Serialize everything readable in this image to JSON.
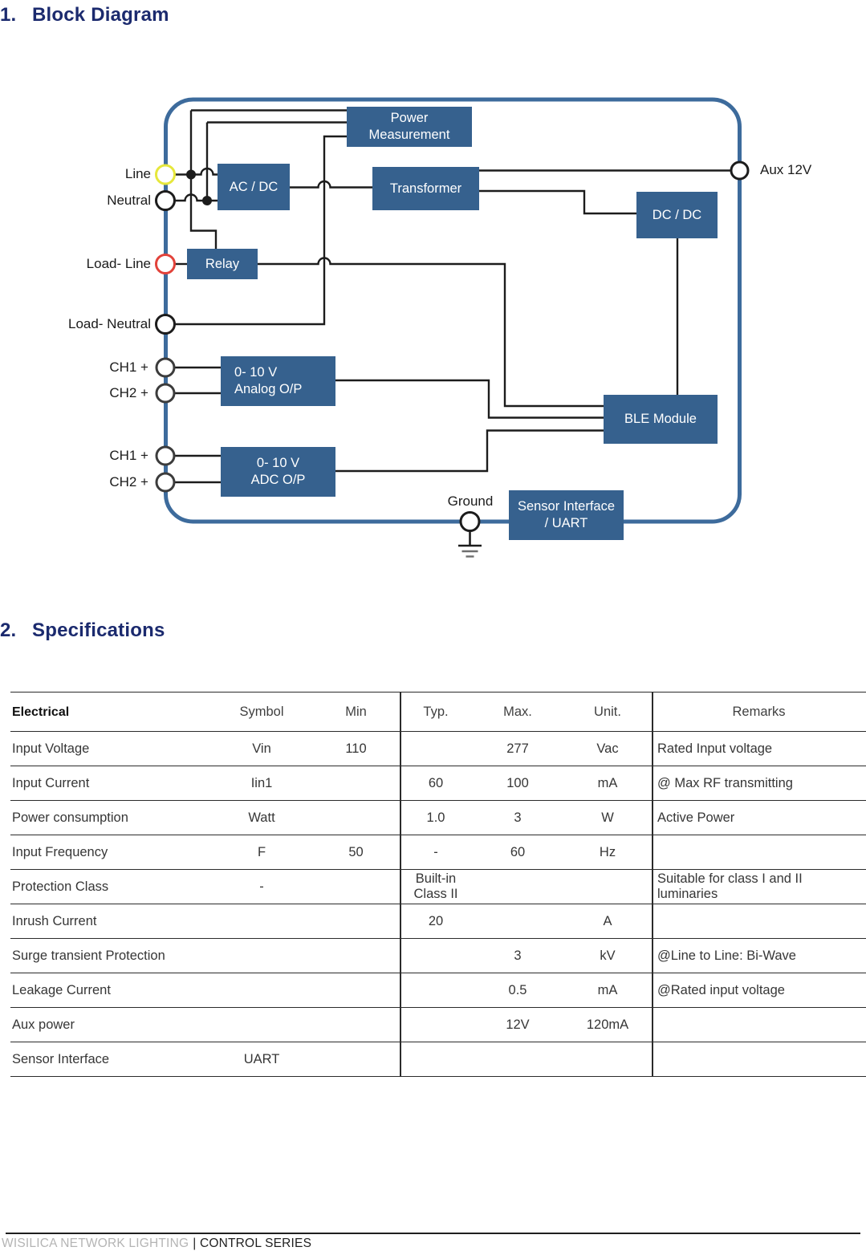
{
  "sections": {
    "s1": {
      "number": "1.",
      "title": "Block Diagram"
    },
    "s2": {
      "number": "2.",
      "title": "Specifications"
    }
  },
  "diagram": {
    "blocks": {
      "power_measurement": "Power\nMeasurement",
      "ac_dc": "AC / DC",
      "transformer": "Transformer",
      "dc_dc": "DC / DC",
      "relay": "Relay",
      "analog_op": "0- 10 V\nAnalog O/P",
      "ble_module": "BLE Module",
      "adc_op": "0- 10 V\nADC O/P",
      "sensor_interface": "Sensor Interface\n/ UART"
    },
    "terminals": {
      "line": "Line",
      "neutral": "Neutral",
      "load_line": "Load- Line",
      "load_neutral": "Load- Neutral",
      "ch1_a": "CH1 +",
      "ch2_a": "CH2 +",
      "ch1_b": "CH1 +",
      "ch2_b": "CH2 +",
      "aux": "Aux 12V",
      "ground": "Ground"
    },
    "colors": {
      "block_fill": "#36618e",
      "enclosure_border": "#3d6b9c",
      "wire": "#1c1c1c",
      "line_terminal": "#e6e73c",
      "load_line_terminal": "#e2423a",
      "heading": "#1b2a6e"
    }
  },
  "table": {
    "headers": [
      "Electrical",
      "Symbol",
      "Min",
      "Typ.",
      "Max.",
      "Unit.",
      "Remarks"
    ],
    "rows": [
      {
        "param": "Input Voltage",
        "symbol": "Vin",
        "min": "110",
        "typ": "",
        "max": "277",
        "unit": "Vac",
        "remarks": "Rated Input voltage"
      },
      {
        "param": "Input Current",
        "symbol": "Iin1",
        "min": "",
        "typ": "60",
        "max": "100",
        "unit": "mA",
        "remarks": "@ Max RF transmitting"
      },
      {
        "param": "Power consumption",
        "symbol": "Watt",
        "min": "",
        "typ": "1.0",
        "max": "3",
        "unit": "W",
        "remarks": "Active Power"
      },
      {
        "param": "Input Frequency",
        "symbol": "F",
        "min": "50",
        "typ": "-",
        "max": "60",
        "unit": "Hz",
        "remarks": ""
      },
      {
        "param": "Protection Class",
        "symbol": "-",
        "min": "",
        "typ": "Built-in\nClass II",
        "max": "",
        "unit": "",
        "remarks": "Suitable for class I and II\nluminaries"
      },
      {
        "param": "Inrush Current",
        "symbol": "",
        "min": "",
        "typ": "20",
        "max": "",
        "unit": "A",
        "remarks": ""
      },
      {
        "param": "Surge transient Protection",
        "symbol": "",
        "min": "",
        "typ": "",
        "max": "3",
        "unit": "kV",
        "remarks": "@Line to Line: Bi-Wave"
      },
      {
        "param": "Leakage Current",
        "symbol": "",
        "min": "",
        "typ": "",
        "max": "0.5",
        "unit": "mA",
        "remarks": "@Rated input voltage"
      },
      {
        "param": "Aux power",
        "symbol": "",
        "min": "",
        "typ": "",
        "max": "12V",
        "unit": "120mA",
        "remarks": ""
      },
      {
        "param": " Sensor Interface",
        "symbol": "UART",
        "min": "",
        "typ": "",
        "max": "",
        "unit": "",
        "remarks": ""
      }
    ]
  },
  "footer": {
    "brand": "WISILICA NETWORK LIGHTING",
    "series": "| CONTROL SERIES"
  }
}
